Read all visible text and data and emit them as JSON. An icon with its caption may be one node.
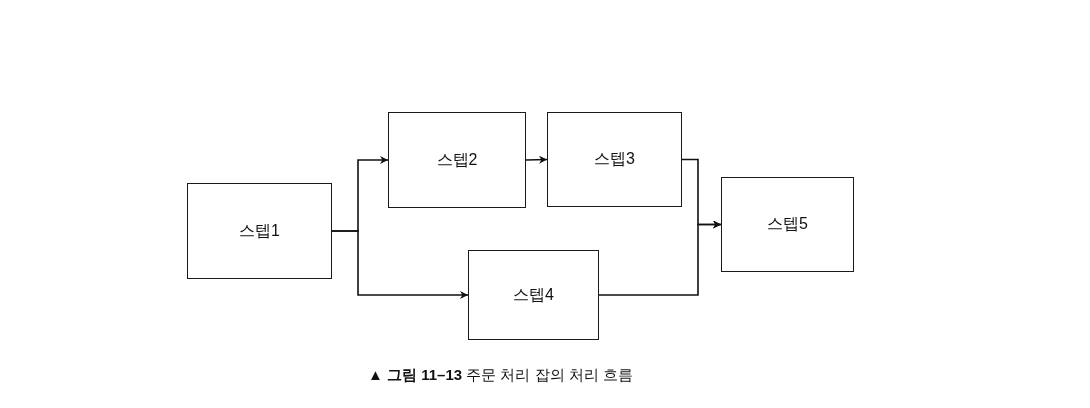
{
  "diagram": {
    "caption": "**▲ 그림 11–13** 주문 처리 잡의 처리 흐름",
    "nodes": [
      {
        "text": [
          "스텝1"
        ]
      },
      {
        "text": [
          "스텝2"
        ]
      },
      {
        "text": [
          "스텝3"
        ]
      },
      {
        "text": [
          "스텝4"
        ]
      },
      {
        "text": [
          "스텝5"
        ]
      }
    ],
    "edges": [
      {
        "from": 0,
        "to": 1,
        "arrow": "to"
      },
      {
        "from": 0,
        "to": 3,
        "arrow": "to"
      },
      {
        "from": 1,
        "to": 2,
        "arrow": "to"
      },
      {
        "from": 2,
        "to": 4,
        "arrow": "to"
      },
      {
        "from": 3,
        "to": 4,
        "arrow": "to"
      }
    ]
  }
}
